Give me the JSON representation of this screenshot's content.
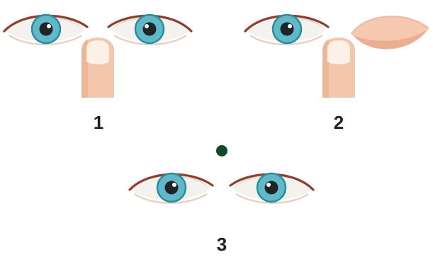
{
  "steps": [
    {
      "label": "1"
    },
    {
      "label": "2"
    },
    {
      "label": "3"
    }
  ],
  "colors": {
    "iris": "#5fb9c8",
    "iris_ring": "#2a8d9c",
    "pupil": "#1e2529",
    "sclera": "#f4f2ee",
    "eyelid_line": "#8c3f30",
    "skin": "#f4c7ad",
    "skin_shadow": "#e6aa8c",
    "nail": "#fbf1e7",
    "closed_lid": "#f6c8b0",
    "focus_dot": "#0e4a2c"
  },
  "icons": [
    "eye-icon",
    "finger-icon",
    "closed-eyelid-icon",
    "focus-dot-icon"
  ]
}
